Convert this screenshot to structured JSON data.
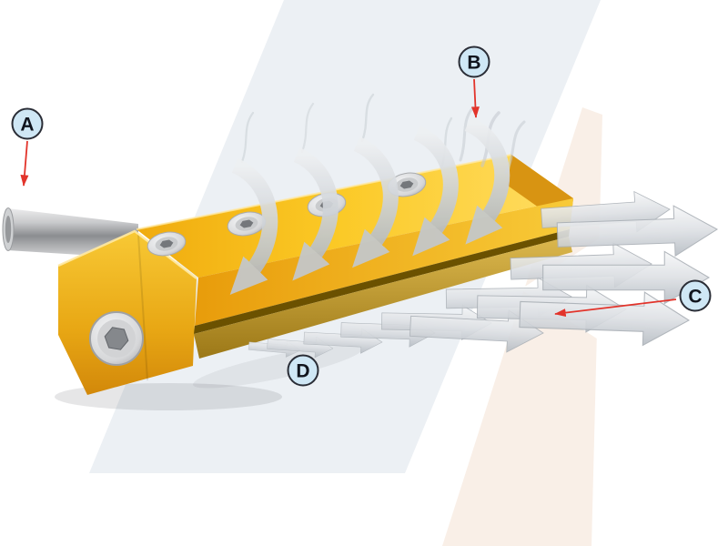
{
  "diagram": {
    "callouts": [
      {
        "letter": "A"
      },
      {
        "letter": "B"
      },
      {
        "letter": "C"
      },
      {
        "letter": "D"
      }
    ],
    "colors": {
      "label_fill": "#cfe7f5",
      "label_stroke": "#2a2d36",
      "label_text": "#10141d",
      "pointer_red": "#e2342b",
      "body_yellow": "#f9c41f",
      "body_yellow_dark": "#e2990f",
      "slot_dark": "#6b5100",
      "airflow_gray": "#c3c8ce",
      "tube_silver": "#b9babc",
      "background_band": "#ecf0f4",
      "background_beige": "#f9efe7"
    }
  }
}
